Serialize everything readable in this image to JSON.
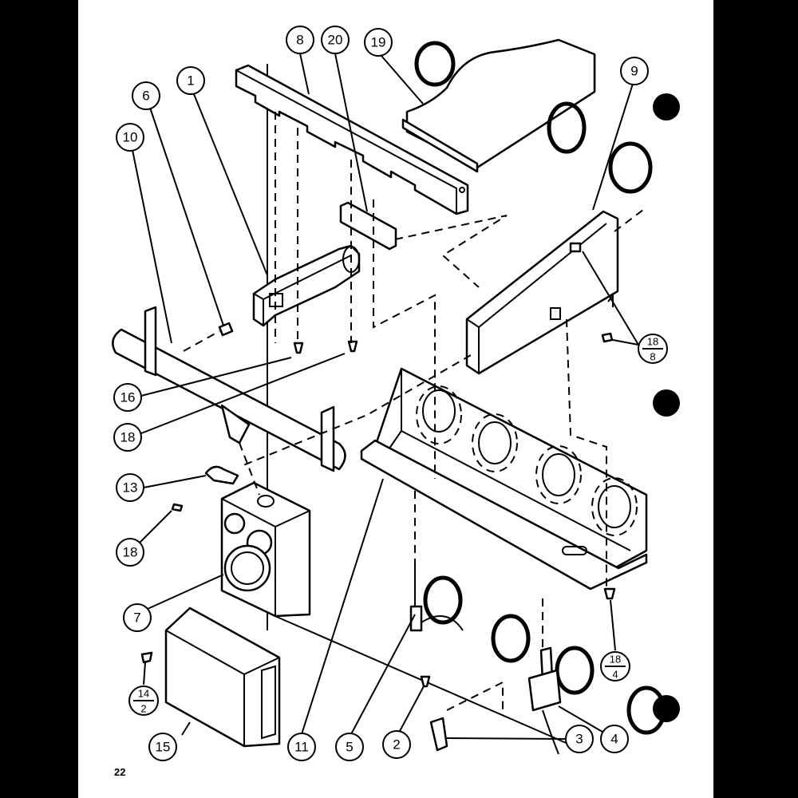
{
  "page_number": "22",
  "callouts": [
    {
      "id": "c1",
      "label": "1"
    },
    {
      "id": "c6",
      "label": "6"
    },
    {
      "id": "c10",
      "label": "10"
    },
    {
      "id": "c8",
      "label": "8"
    },
    {
      "id": "c20",
      "label": "20"
    },
    {
      "id": "c19",
      "label": "19"
    },
    {
      "id": "c9",
      "label": "9"
    },
    {
      "id": "c16",
      "label": "16"
    },
    {
      "id": "c18a",
      "label": "18"
    },
    {
      "id": "c13",
      "label": "13"
    },
    {
      "id": "c18b",
      "label": "18"
    },
    {
      "id": "c7",
      "label": "7"
    },
    {
      "id": "c15",
      "label": "15"
    },
    {
      "id": "c11",
      "label": "11"
    },
    {
      "id": "c5",
      "label": "5"
    },
    {
      "id": "c2",
      "label": "2"
    },
    {
      "id": "c3",
      "label": "3"
    },
    {
      "id": "c4",
      "label": "4"
    }
  ],
  "fraction_callouts": [
    {
      "id": "f18-8",
      "top": "18",
      "bottom": "8"
    },
    {
      "id": "f18-4",
      "top": "18",
      "bottom": "4"
    },
    {
      "id": "f14-2",
      "top": "14",
      "bottom": "2"
    }
  ]
}
